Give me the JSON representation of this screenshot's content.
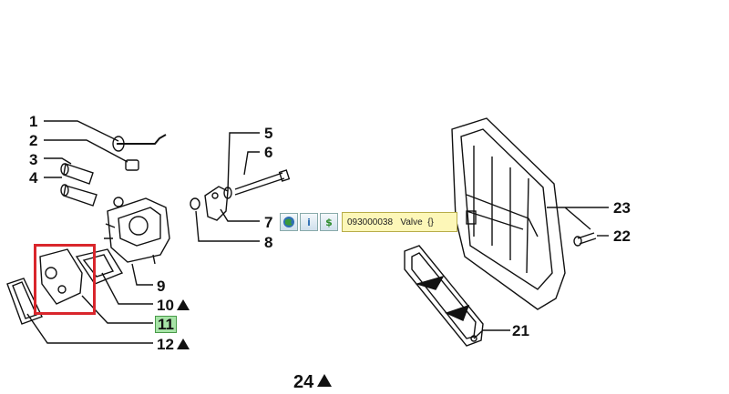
{
  "callouts": {
    "c1": "1",
    "c2": "2",
    "c3": "3",
    "c4": "4",
    "c5": "5",
    "c6": "6",
    "c7": "7",
    "c8": "8",
    "c9": "9",
    "c10": "10",
    "c11": "11",
    "c12": "12",
    "c21": "21",
    "c22": "22",
    "c23": "23",
    "c24": "24"
  },
  "tooltip": {
    "part_text": "093000038   Valve  {}",
    "buttons": [
      "globe-icon",
      "info-icon",
      "price-icon"
    ],
    "price_symbol": "$",
    "info_symbol": "i"
  },
  "highlight": {
    "part": "11",
    "color": "#d9262c",
    "label_bg": "#a6e3a6"
  }
}
